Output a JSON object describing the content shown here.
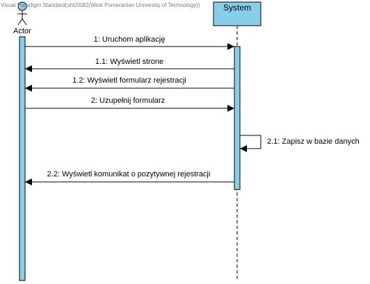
{
  "watermark": "Visual Paradigm Standard(sh55582(West Pomeranian University of Technology))",
  "actor": {
    "label": "Actor",
    "icon": "stick-figure-icon"
  },
  "system": {
    "label": "System"
  },
  "colors": {
    "lifeline_box": "#87CEEB",
    "activation": "#87CEEB",
    "stroke": "#000000"
  },
  "messages": [
    {
      "label": "1: Uruchom aplikację"
    },
    {
      "label": "1.1: Wyświetl strone"
    },
    {
      "label": "1.2: Wyświetl formularz rejestracji"
    },
    {
      "label": "2: Uzupełnij formularz"
    },
    {
      "label": "2.1: Zapisz w bazie danych"
    },
    {
      "label": "2.2: Wyświetl komunikat o pozytywnej rejestracji"
    }
  ]
}
